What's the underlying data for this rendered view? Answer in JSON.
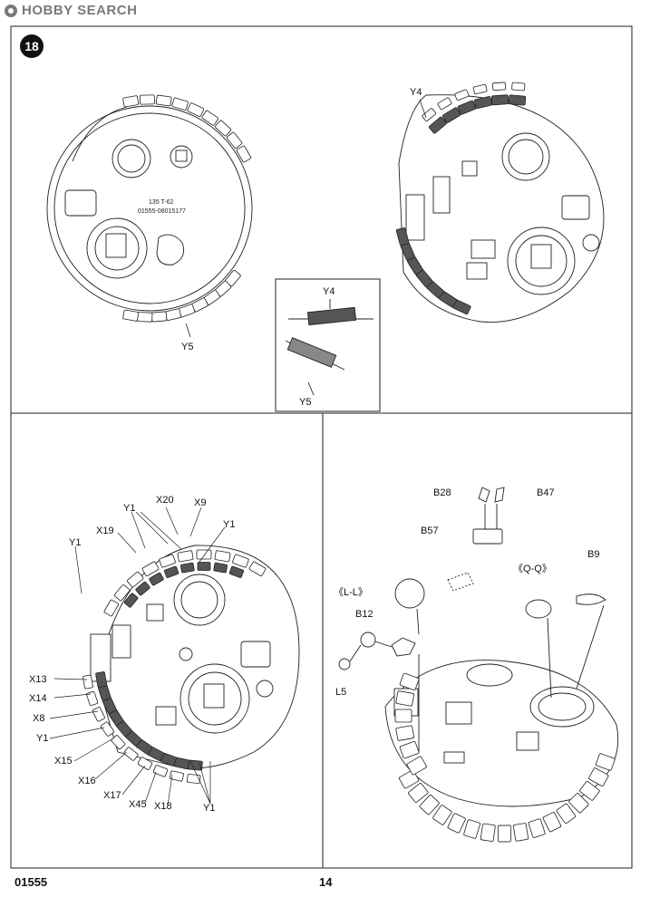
{
  "watermark": {
    "text": "HOBBY SEARCH"
  },
  "step": {
    "number": "18"
  },
  "footer": {
    "product_code": "01555",
    "page_number": "14"
  },
  "panel_top_left": {
    "hull_text_1": "135  T-62",
    "hull_text_2": "01555-08015177",
    "labels": [
      "Y5"
    ]
  },
  "panel_detail": {
    "labels": [
      "Y4",
      "Y5"
    ]
  },
  "panel_top_right": {
    "labels": [
      "Y4"
    ]
  },
  "panel_bottom_left": {
    "labels": [
      "Y1",
      "X20",
      "X9",
      "X19",
      "Y1",
      "Y1",
      "X13",
      "X14",
      "X8",
      "Y1",
      "X15",
      "X16",
      "X17",
      "X45",
      "X18",
      "Y1"
    ]
  },
  "panel_bottom_right": {
    "labels": [
      "B28",
      "B47",
      "B57",
      "B9",
      "《L-L》",
      "《Q-Q》",
      "B12",
      "L5"
    ]
  },
  "colors": {
    "line": "#222222",
    "part_fill": "#ffffff",
    "highlight": "#555555",
    "watermark": "#7a7a7a"
  }
}
